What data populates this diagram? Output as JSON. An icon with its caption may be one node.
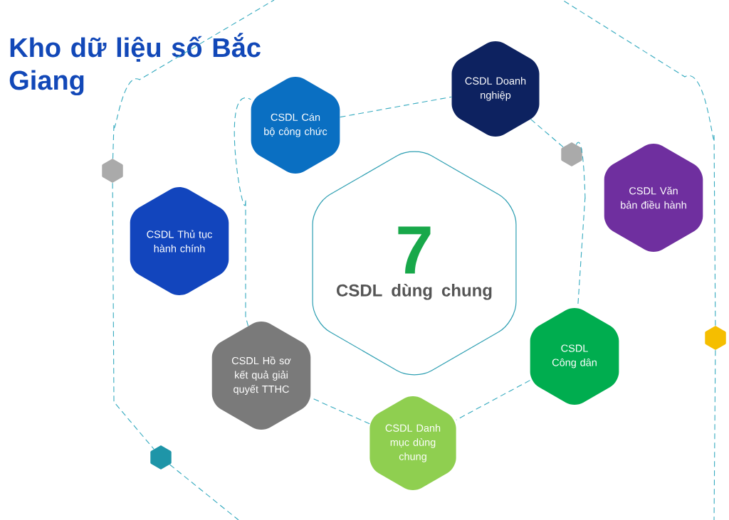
{
  "diagram": {
    "title": "Kho dữ liệu số Bắc Giang",
    "nodes": [
      {
        "text": [
          "7",
          "CSDL dùng chung"
        ]
      },
      {
        "text": [
          "CSDL Cán bộ công chức"
        ]
      },
      {
        "text": [
          "CSDL Doanh nghiệp"
        ]
      },
      {
        "text": [
          "CSDL Văn bản điều hành"
        ]
      },
      {
        "text": [
          "CSDL Thủ tục hành chính"
        ]
      },
      {
        "text": [
          "CSDL Công dân"
        ]
      },
      {
        "text": [
          "CSDL Hồ sơ kết quả giải quyết TTHC"
        ]
      },
      {
        "text": [
          "CSDL Danh mục dùng chung"
        ]
      },
      {
        "text": [],
        "shape": "hexagon"
      },
      {
        "text": [],
        "shape": "hexagon"
      },
      {
        "text": [],
        "shape": "hexagon"
      },
      {
        "text": [],
        "shape": "hexagon"
      }
    ],
    "edges": [
      {
        "from": 1,
        "to": 2,
        "arrow": "none",
        "style": "dashed"
      },
      {
        "from": 2,
        "to": 8,
        "arrow": "none",
        "style": "dashed"
      },
      {
        "from": 8,
        "to": 5,
        "arrow": "none",
        "style": "dashed"
      },
      {
        "from": 5,
        "to": 7,
        "arrow": "none",
        "style": "dashed"
      },
      {
        "from": 7,
        "to": 6,
        "arrow": "none",
        "style": "dashed"
      },
      {
        "from": 6,
        "to": 1,
        "arrow": "none",
        "style": "dashed"
      },
      {
        "from": 9,
        "to": null,
        "arrow": "none",
        "style": "dashed"
      },
      {
        "from": 9,
        "to": 11,
        "arrow": "none",
        "style": "dashed"
      },
      {
        "from": 11,
        "to": null,
        "arrow": "none",
        "style": "dashed"
      },
      {
        "from": 10,
        "to": null,
        "arrow": "none",
        "style": "dashed"
      },
      {
        "from": 10,
        "to": null,
        "arrow": "none",
        "style": "dashed"
      }
    ]
  }
}
